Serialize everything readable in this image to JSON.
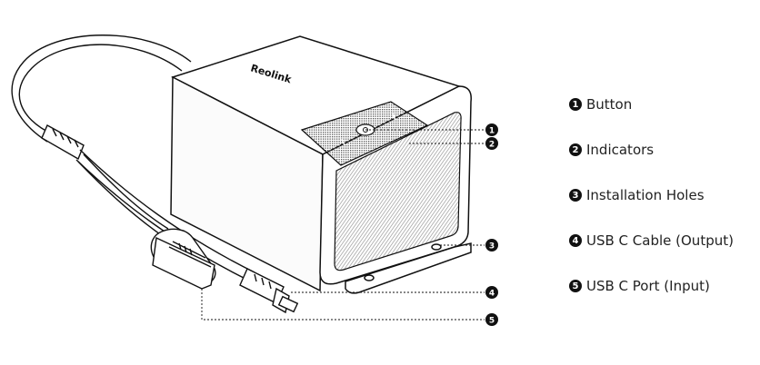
{
  "product": {
    "brand_logo": "Reolink"
  },
  "callouts": [
    {
      "number": "1",
      "label": "Button"
    },
    {
      "number": "2",
      "label": "Indicators"
    },
    {
      "number": "3",
      "label": "Installation Holes"
    },
    {
      "number": "4",
      "label": "USB C Cable (Output)"
    },
    {
      "number": "5",
      "label": "USB C Port (Input)"
    }
  ],
  "colors": {
    "line": "#111111",
    "badge": "#111111",
    "body": "#ffffff",
    "grille": "#9a9a9a"
  }
}
